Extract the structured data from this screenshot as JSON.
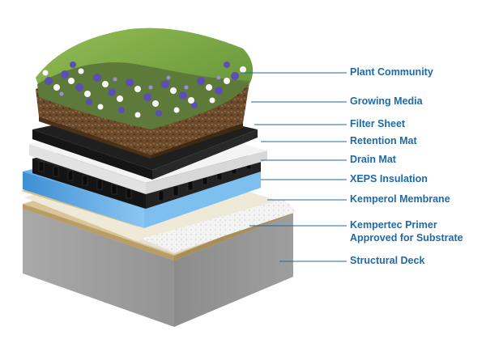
{
  "diagram": {
    "label_color": "#1e6aa6",
    "layers": [
      {
        "label": "Plant Community",
        "color": "#7fae45"
      },
      {
        "label": "Growing Media",
        "color": "#6b4a2b"
      },
      {
        "label": "Filter Sheet",
        "color": "#222222"
      },
      {
        "label": "Retention Mat",
        "color": "#f2f2f2"
      },
      {
        "label": "Drain Mat",
        "color": "#151515"
      },
      {
        "label": "XEPS Insulation",
        "color": "#5aa9e6"
      },
      {
        "label": "Kemperol Membrane",
        "color": "#f3f1ea"
      },
      {
        "label": "Kempertec Primer",
        "label_line2": "Approved for Substrate",
        "color": "#cdb98c"
      },
      {
        "label": "Structural Deck",
        "color": "#a7a7a7"
      }
    ]
  }
}
